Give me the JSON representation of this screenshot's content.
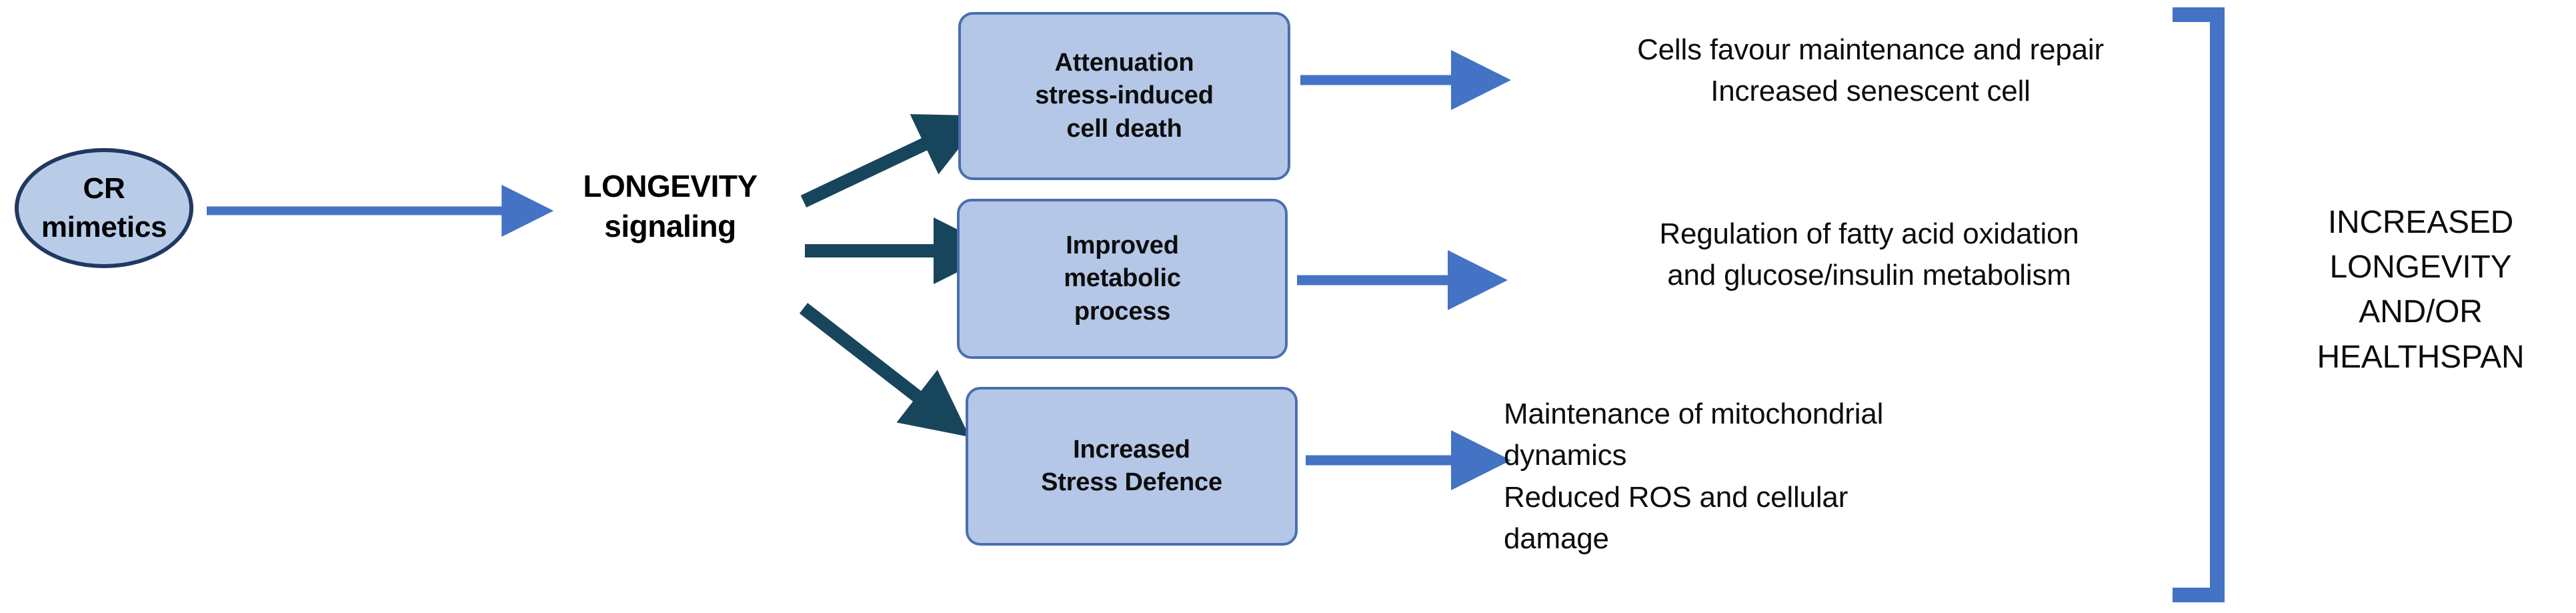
{
  "diagram": {
    "title": "CR mimetics longevity signaling pathway",
    "colors": {
      "ellipse_fill": "#B8CCE8",
      "ellipse_border": "#1F3864",
      "box_fill": "#B4C7E7",
      "box_border": "#4A6FB0",
      "blue_arrow": "#4472C4",
      "dark_arrow": "#17455C",
      "bracket": "#4472C4",
      "text": "#0D0D0D"
    },
    "source_node": {
      "label": "CR\nmimetics",
      "shape": "ellipse"
    },
    "hub_node": {
      "label": "LONGEVITY\nsignaling",
      "shape": "text"
    },
    "process_boxes": [
      {
        "label": "Attenuation\nstress-induced\ncell death"
      },
      {
        "label": "Improved\nmetabolic\nprocess"
      },
      {
        "label": "Increased\nStress Defence"
      }
    ],
    "outcomes": [
      {
        "label": "Cells favour maintenance and repair\nIncreased senescent cell"
      },
      {
        "label": "Regulation of fatty acid oxidation\nand glucose/insulin metabolism"
      },
      {
        "label": "Maintenance of mitochondrial\ndynamics\nReduced ROS and cellular\ndamage"
      }
    ],
    "final_outcome": {
      "label": "INCREASED\nLONGEVITY\nAND/OR\nHEALTHSPAN"
    },
    "connectors": {
      "source_to_hub": "blue-arrow-right",
      "hub_to_boxes": [
        "dark-arrow-up-right",
        "dark-arrow-right",
        "dark-arrow-down-right"
      ],
      "boxes_to_outcomes": [
        "blue-arrow-right",
        "blue-arrow-right",
        "blue-arrow-right"
      ],
      "grouping": "right-square-bracket"
    }
  }
}
